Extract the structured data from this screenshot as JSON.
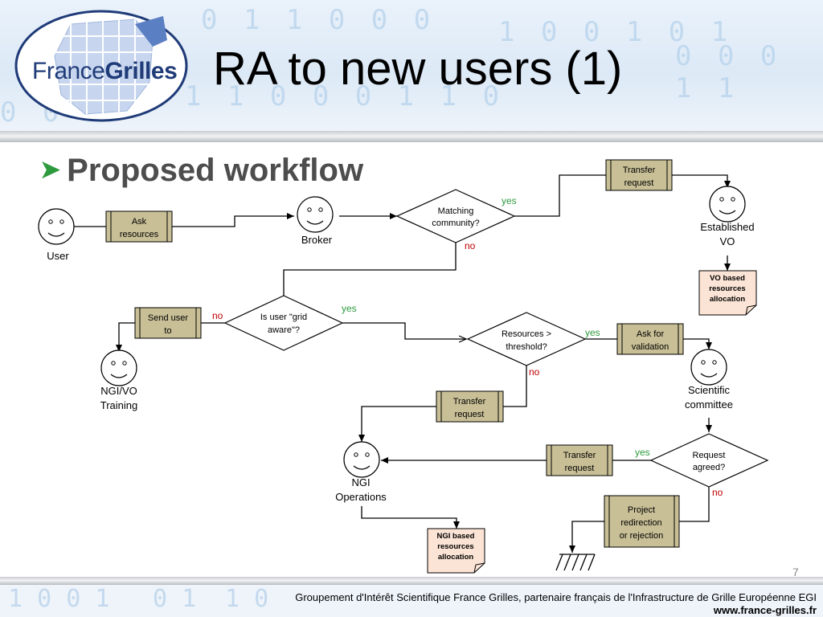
{
  "slide": {
    "logo_text_regular": "France",
    "logo_text_bold": "Grilles",
    "title": "RA to new users (1)",
    "bullet": "Proposed workflow",
    "page_number": "7"
  },
  "footer": {
    "text": "Groupement d'Intérêt Scientifique France Grilles, partenaire français de l'Infrastructure de Grille Européenne EGI",
    "url": "www.france-grilles.fr"
  },
  "diagram": {
    "actors": {
      "user": "User",
      "broker": "Broker",
      "established_vo_1": "Established",
      "established_vo_2": "VO",
      "ngi_training_1": "NGI/VO",
      "ngi_training_2": "Training",
      "scientific_committee_1": "Scientific",
      "scientific_committee_2": "committee",
      "ngi_operations_1": "NGI",
      "ngi_operations_2": "Operations"
    },
    "tasks": {
      "ask_resources_1": "Ask",
      "ask_resources_2": "resources",
      "transfer_top_1": "Transfer",
      "transfer_top_2": "request",
      "send_user_1": "Send user",
      "send_user_2": "to",
      "ask_validation_1": "Ask for",
      "ask_validation_2": "validation",
      "transfer_mid_1": "Transfer",
      "transfer_mid_2": "request",
      "transfer_bottom_1": "Transfer",
      "transfer_bottom_2": "request",
      "project_redirection_1": "Project",
      "project_redirection_2": "redirection",
      "project_redirection_3": "or rejection"
    },
    "decisions": {
      "matching_1": "Matching",
      "matching_2": "community?",
      "grid_aware_1": "Is user \"grid",
      "grid_aware_2": "aware\"?",
      "threshold_1": "Resources >",
      "threshold_2": "threshold?",
      "request_agreed_1": "Request",
      "request_agreed_2": "agreed?"
    },
    "documents": {
      "vo_alloc_1": "VO based",
      "vo_alloc_2": "resources",
      "vo_alloc_3": "allocation",
      "ngi_alloc_1": "NGI based",
      "ngi_alloc_2": "resources",
      "ngi_alloc_3": "allocation"
    },
    "labels": {
      "yes": "yes",
      "no": "no"
    },
    "colors": {
      "task_fill": "#c8bf96",
      "doc_fill": "#fbe4d5",
      "yes": "#2e9a3e",
      "no": "#c00000"
    }
  }
}
